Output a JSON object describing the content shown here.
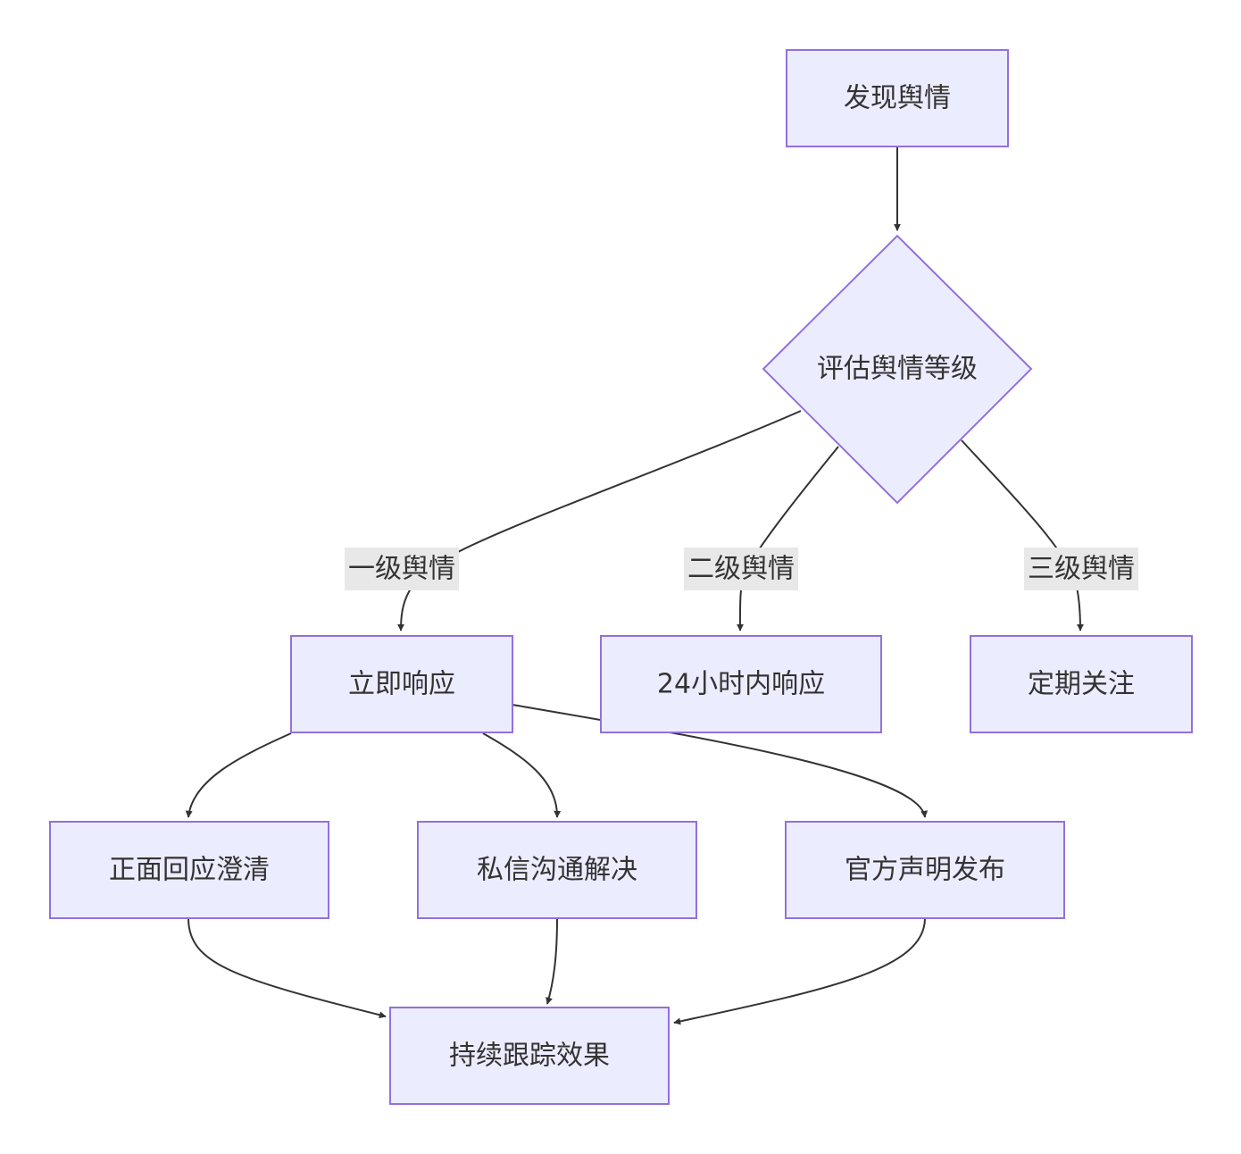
{
  "nodes": {
    "discover": "发现舆情",
    "assess": "评估舆情等级",
    "immediate": "立即响应",
    "within24h": "24小时内响应",
    "regular": "定期关注",
    "clarify": "正面回应澄清",
    "private": "私信沟通解决",
    "statement": "官方声明发布",
    "track": "持续跟踪效果"
  },
  "edge_labels": {
    "level1": "一级舆情",
    "level2": "二级舆情",
    "level3": "三级舆情"
  }
}
